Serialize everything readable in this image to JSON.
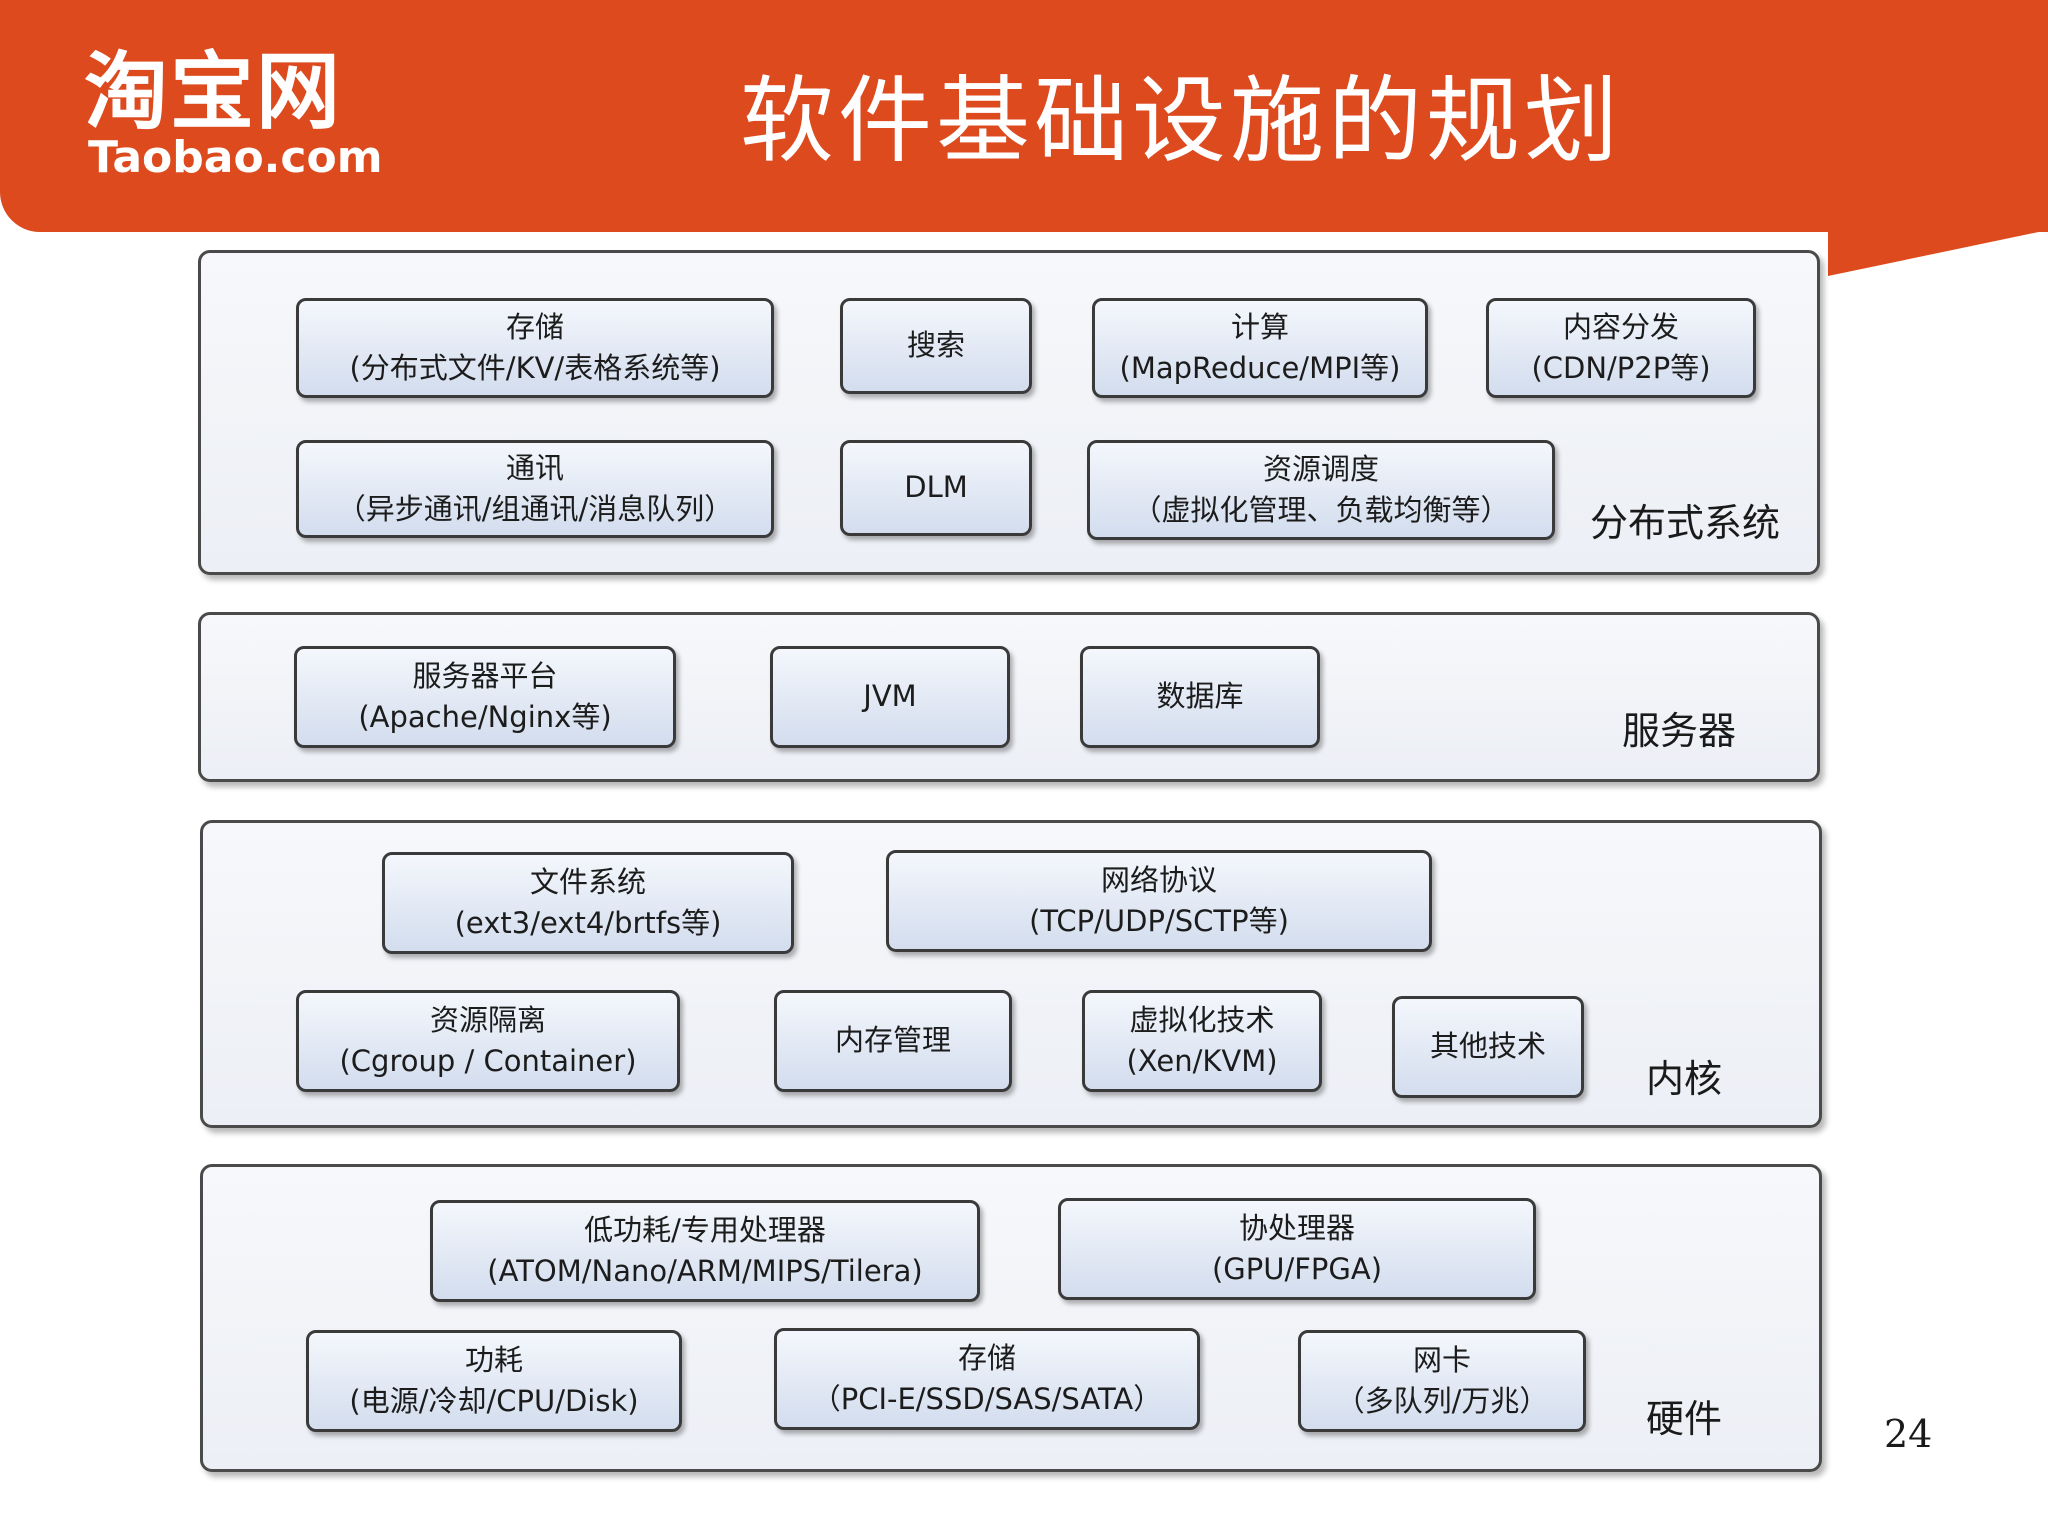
{
  "header": {
    "logo_cn": "淘宝网",
    "logo_en": "Taobao.com",
    "title": "软件基础设施的规划",
    "bg_color": "#dc4a1e"
  },
  "layers": {
    "distributed": {
      "label": "分布式系统",
      "storage": {
        "l1": "存储",
        "l2": "(分布式文件/KV/表格系统等)"
      },
      "search": {
        "l1": "搜索"
      },
      "compute": {
        "l1": "计算",
        "l2": "(MapReduce/MPI等)"
      },
      "cdn": {
        "l1": "内容分发",
        "l2": "(CDN/P2P等)"
      },
      "comm": {
        "l1": "通讯",
        "l2": "（异步通讯/组通讯/消息队列）"
      },
      "dlm": {
        "l1": "DLM"
      },
      "sched": {
        "l1": "资源调度",
        "l2": "（虚拟化管理、负载均衡等）"
      }
    },
    "server": {
      "label": "服务器",
      "platform": {
        "l1": "服务器平台",
        "l2": "(Apache/Nginx等)"
      },
      "jvm": {
        "l1": "JVM"
      },
      "db": {
        "l1": "数据库"
      }
    },
    "kernel": {
      "label": "内核",
      "fs": {
        "l1": "文件系统",
        "l2": "(ext3/ext4/brtfs等)"
      },
      "net": {
        "l1": "网络协议",
        "l2": "(TCP/UDP/SCTP等)"
      },
      "isolation": {
        "l1": "资源隔离",
        "l2": "(Cgroup / Container)"
      },
      "mem": {
        "l1": "内存管理"
      },
      "virt": {
        "l1": "虚拟化技术",
        "l2": "(Xen/KVM)"
      },
      "other": {
        "l1": "其他技术"
      }
    },
    "hardware": {
      "label": "硬件",
      "cpu": {
        "l1": "低功耗/专用处理器",
        "l2": "(ATOM/Nano/ARM/MIPS/Tilera)"
      },
      "coproc": {
        "l1": "协处理器",
        "l2": "(GPU/FPGA)"
      },
      "power": {
        "l1": "功耗",
        "l2": "(电源/冷却/CPU/Disk)"
      },
      "storage": {
        "l1": "存储",
        "l2": "（PCI-E/SSD/SAS/SATA）"
      },
      "nic": {
        "l1": "网卡",
        "l2": "（多队列/万兆）"
      }
    }
  },
  "page_number": "24"
}
